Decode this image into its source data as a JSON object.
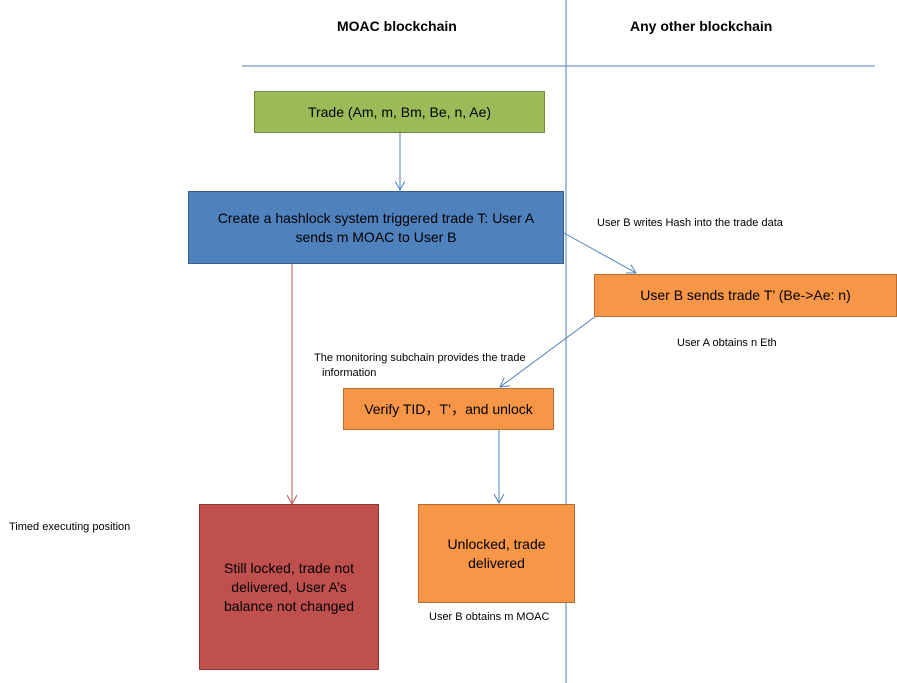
{
  "headers": {
    "left": "MOAC blockchain",
    "right": "Any other blockchain"
  },
  "boxes": {
    "trade": "Trade (Am, m, Bm, Be, n, Ae)",
    "hashlock_trade": "Create a hashlock system triggered trade T: User A sends m MOAC to User B",
    "user_b_sends": "User B sends trade T’ (Be->Ae: n)",
    "verify": "Verify TID，T’，and unlock",
    "unlocked": "Unlocked, trade delivered",
    "still_locked": "Still locked, trade not delivered, User A’s balance not changed"
  },
  "notes": {
    "writes_hash": "User B writes Hash into the trade data",
    "obtains_eth": "User A obtains n Eth",
    "monitoring_line1": "The monitoring subchain provides the trade",
    "monitoring_line2": "information",
    "timed_position": "Timed executing position",
    "obtains_moac": "User B obtains m MOAC"
  },
  "colors": {
    "green": "#9bbb59",
    "blue": "#4f81bd",
    "orange": "#f79646",
    "red": "#c0504d",
    "line_blue": "#4f81bd",
    "line_red": "#c0504d"
  }
}
